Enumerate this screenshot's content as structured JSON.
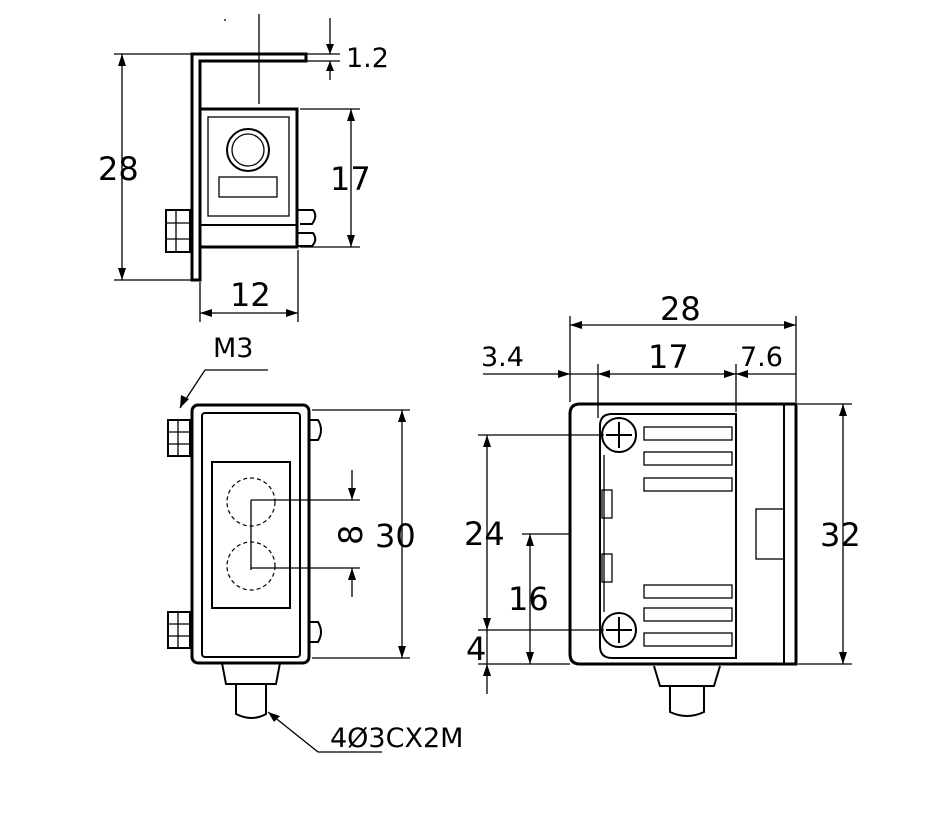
{
  "top_view": {
    "height": "28",
    "thickness": "1.2",
    "body_height": "17",
    "width": "12"
  },
  "front_view": {
    "screw": "M3",
    "lens_spacing": "8",
    "height": "30",
    "cable": "4Ø3CX2M"
  },
  "side_view": {
    "width": "28",
    "offset_left": "3.4",
    "offset_mid": "17",
    "offset_right": "7.6",
    "height": "32",
    "hole_spacing": "24",
    "sensor_height": "16",
    "bottom_offset": "4"
  }
}
